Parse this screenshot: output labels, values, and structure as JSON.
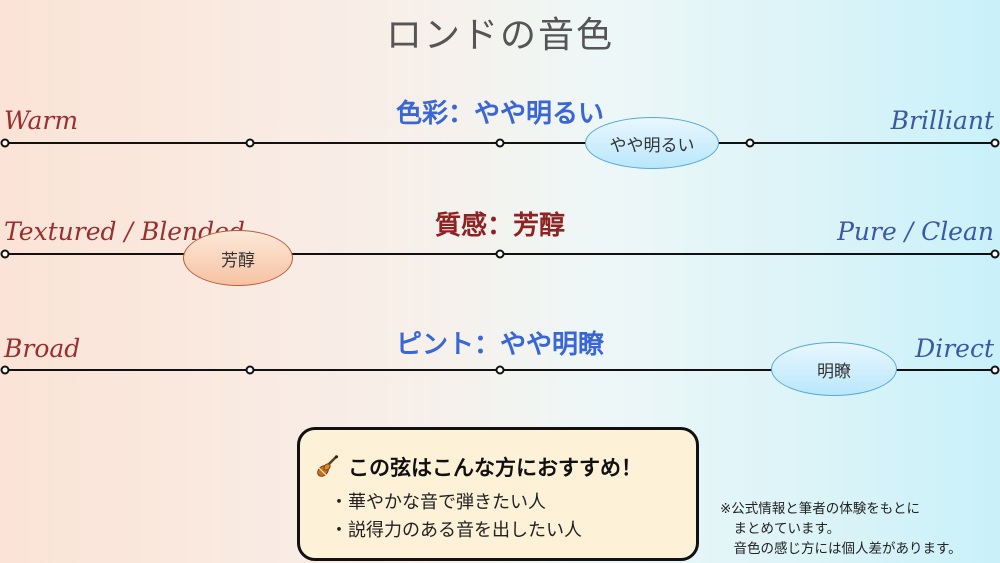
{
  "title": "ロンドの音色",
  "scales": [
    {
      "heading": "色彩：やや明るい",
      "left_label": "Warm",
      "right_label": "Brilliant",
      "marker_label": "やや明るい",
      "position": 0.65,
      "tick_count": 5
    },
    {
      "heading": "質感：芳醇",
      "left_label": "Textured / Blended",
      "right_label": "Pure / Clean",
      "marker_label": "芳醇",
      "position": 0.24,
      "tick_count": 3
    },
    {
      "heading": "ピント：やや明瞭",
      "left_label": "Broad",
      "right_label": "Direct",
      "marker_label": "明瞭",
      "position": 0.83,
      "tick_count": 4
    }
  ],
  "recommend": {
    "title": "この弦はこんな方におすすめ！",
    "items": [
      "・華やかな音で弾きたい人",
      "・説得力のある音を出したい人"
    ]
  },
  "note": {
    "lines": [
      "※公式情報と筆者の体験をもとに",
      "　まとめています。",
      "　音色の感じ方には個人差があります。"
    ]
  },
  "colors": {
    "heading_blue": "#3a67d8",
    "heading_red": "#8f2323",
    "left_label": "#9a2f2f",
    "right_label": "#3a58a8"
  },
  "icons": {
    "recommend": "violin-icon"
  }
}
